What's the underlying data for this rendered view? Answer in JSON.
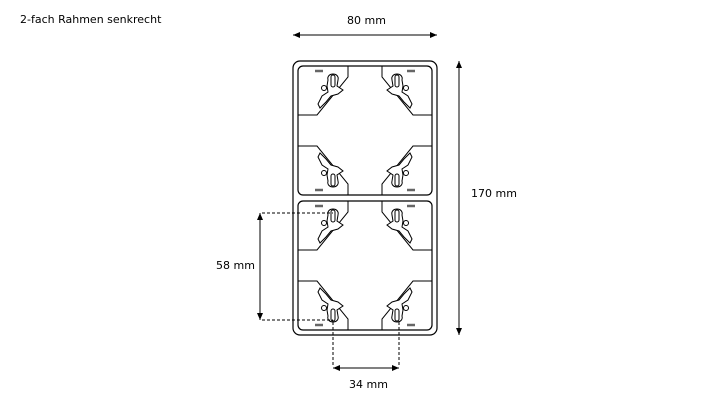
{
  "title": "2-fach Rahmen senkrecht",
  "dimensions": {
    "width": "80 mm",
    "height": "170 mm",
    "pitch": "58 mm",
    "hole_spacing": "34 mm"
  }
}
